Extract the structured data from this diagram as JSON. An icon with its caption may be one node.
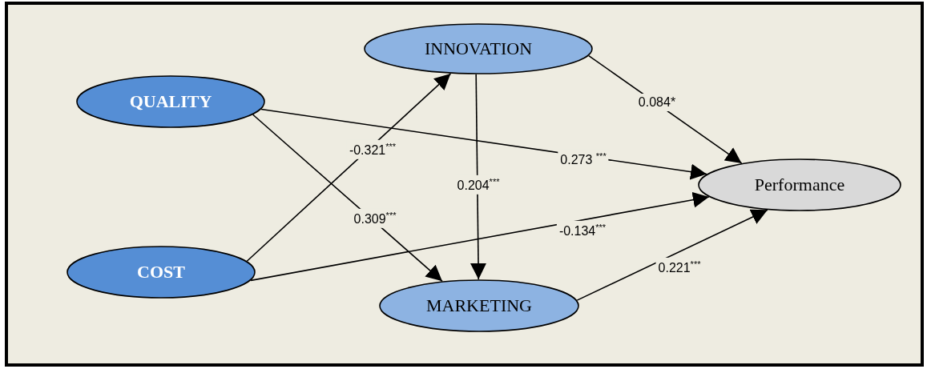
{
  "diagram": {
    "nodes": [
      {
        "text": [
          "QUALITY"
        ]
      },
      {
        "text": [
          "COST"
        ]
      },
      {
        "text": [
          "INNOVATION"
        ]
      },
      {
        "text": [
          "MARKETING"
        ]
      },
      {
        "text": [
          "Performance"
        ]
      }
    ],
    "edges": [
      {
        "from": 1,
        "to": 2,
        "arrow": "to",
        "label": "-0.321$^{***}$"
      },
      {
        "from": 0,
        "to": 3,
        "arrow": "to",
        "label": "0.309$^{***}$"
      },
      {
        "from": 2,
        "to": 3,
        "arrow": "to",
        "label": "0.204$^{***}$"
      },
      {
        "from": 0,
        "to": 4,
        "arrow": "to",
        "label": "0.273 $^{***}$"
      },
      {
        "from": 1,
        "to": 4,
        "arrow": "to",
        "label": "-0.134$^{***}$"
      },
      {
        "from": 2,
        "to": 4,
        "arrow": "to",
        "label": "0.084*"
      },
      {
        "from": 3,
        "to": 4,
        "arrow": "to",
        "label": "0.221$^{***}$"
      }
    ]
  }
}
